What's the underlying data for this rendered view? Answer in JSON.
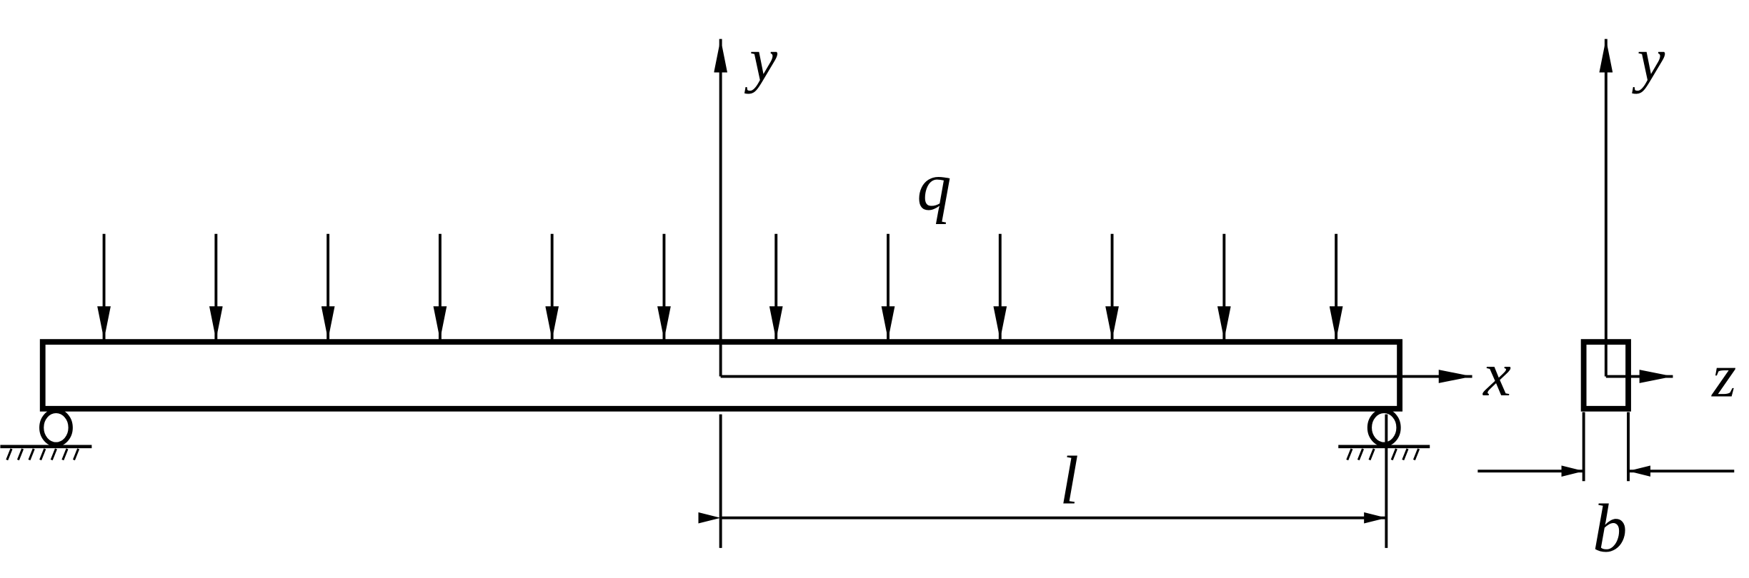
{
  "labels": {
    "load": "q",
    "axis_y": "y",
    "axis_x": "x",
    "length": "l",
    "section_axis_y": "y",
    "section_axis_z": "z",
    "section_width": "b"
  },
  "load_arrow_count": 12,
  "colors": {
    "stroke": "#000000",
    "background": "#ffffff"
  }
}
